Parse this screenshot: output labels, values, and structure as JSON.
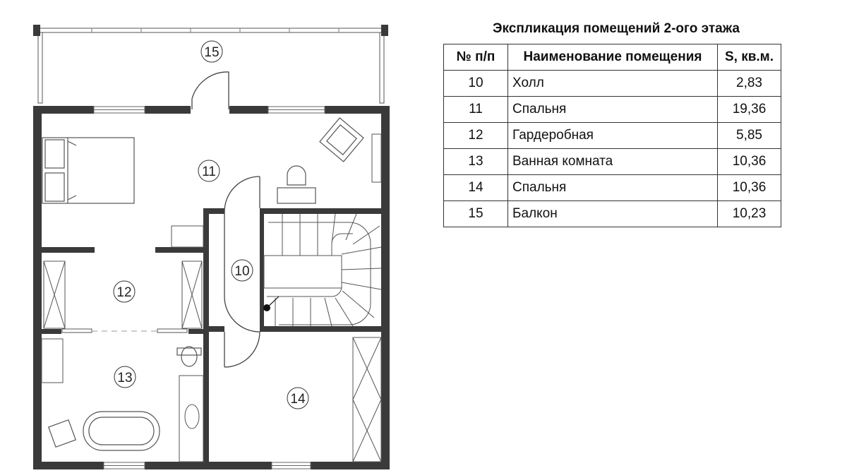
{
  "table": {
    "title": "Экспликация помещений 2-ого этажа",
    "headers": {
      "num": "№ п/п",
      "name": "Наименование помещения",
      "area": "S, кв.м."
    },
    "rows": [
      {
        "num": "10",
        "name": "Холл",
        "area": "2,83"
      },
      {
        "num": "11",
        "name": "Спальня",
        "area": "19,36"
      },
      {
        "num": "12",
        "name": "Гардеробная",
        "area": "5,85"
      },
      {
        "num": "13",
        "name": "Ванная комната",
        "area": "10,36"
      },
      {
        "num": "14",
        "name": "Спальня",
        "area": "10,36"
      },
      {
        "num": "15",
        "name": "Балкон",
        "area": "10,23"
      }
    ]
  },
  "plan": {
    "room_labels": {
      "r10": "10",
      "r11": "11",
      "r12": "12",
      "r13": "13",
      "r14": "14",
      "r15": "15"
    }
  },
  "colors": {
    "wall": "#3a3a3a",
    "line": "#555555",
    "text": "#111111"
  }
}
